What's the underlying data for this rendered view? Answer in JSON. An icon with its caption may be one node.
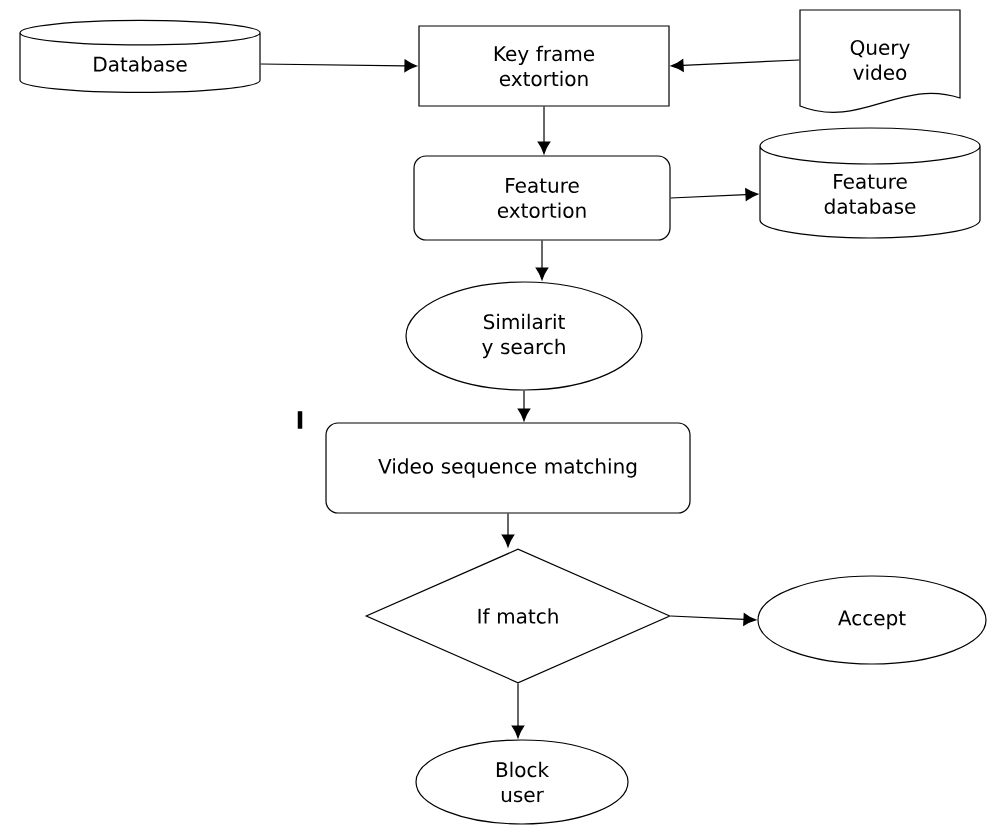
{
  "diagram": {
    "nodes": [
      {
        "text": [
          "Database"
        ]
      },
      {
        "text": [
          "Key frame extortion"
        ]
      },
      {
        "text": [
          "Query video"
        ]
      },
      {
        "text": [
          "Feature extortion"
        ]
      },
      {
        "text": [
          "Feature database"
        ]
      },
      {
        "text": [
          "Similarit y search"
        ]
      },
      {
        "text": [
          "Video sequence matching"
        ]
      },
      {
        "text": [
          "If match"
        ]
      },
      {
        "text": [
          "Accept"
        ]
      },
      {
        "text": [
          "Block user"
        ]
      }
    ],
    "edges": [
      {
        "from": 0,
        "to": 1,
        "arrow": "to"
      },
      {
        "from": 2,
        "to": 1,
        "arrow": "to"
      },
      {
        "from": 1,
        "to": 3,
        "arrow": "to"
      },
      {
        "from": 3,
        "to": 4,
        "arrow": "to"
      },
      {
        "from": 3,
        "to": 5,
        "arrow": "to"
      },
      {
        "from": 5,
        "to": 6,
        "arrow": "to"
      },
      {
        "from": 6,
        "to": 7,
        "arrow": "to"
      },
      {
        "from": 7,
        "to": 8,
        "arrow": "to"
      },
      {
        "from": 7,
        "to": 9,
        "arrow": "to"
      }
    ],
    "labels": [
      "I"
    ]
  }
}
